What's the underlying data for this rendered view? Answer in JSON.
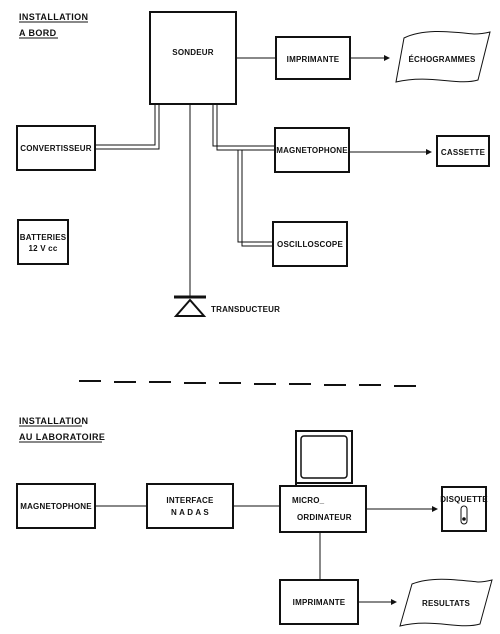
{
  "onboard": {
    "heading_line1": "INSTALLATION",
    "heading_line2": "A BORD",
    "sondeur": "SONDEUR",
    "imprimante": "IMPRIMANTE",
    "echogrammes": "ÉCHOGRAMMES",
    "convertisseur": "CONVERTISSEUR",
    "magnetophone": "MAGNETOPHONE",
    "cassette": "CASSETTE",
    "batteries_line1": "BATTERIES",
    "batteries_line2": "12 V cc",
    "oscilloscope": "OSCILLOSCOPE",
    "transducteur": "TRANSDUCTEUR"
  },
  "laboratory": {
    "heading_line1": "INSTALLATION",
    "heading_line2": "AU LABORATOIRE",
    "magnetophone": "MAGNETOPHONE",
    "interface_line1": "INTERFACE",
    "interface_line2": "N A D A S",
    "micro_line1": "MICRO_",
    "micro_line2": "ORDINATEUR",
    "disquette": "DISQUETTE",
    "imprimante": "IMPRIMANTE",
    "resultats": "RESULTATS"
  }
}
